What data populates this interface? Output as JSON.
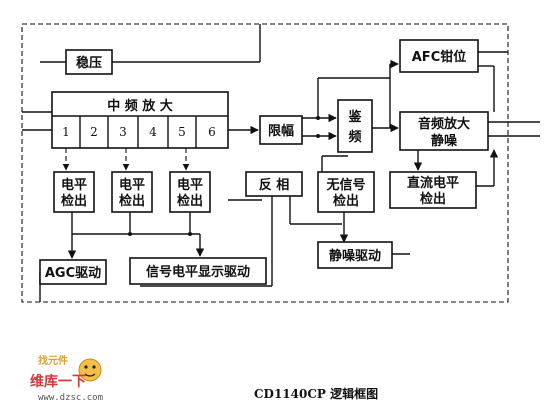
{
  "blocks": {
    "regulator": "稳压",
    "if_amp": "中 频 放 大",
    "if_stages": [
      "1",
      "2",
      "3",
      "4",
      "5",
      "6"
    ],
    "limiter": "限幅",
    "discriminator": [
      "鉴",
      "频"
    ],
    "afc_clamp": "AFC钳位",
    "audio_amp": [
      "音频放大",
      "静噪"
    ],
    "level_detect_1": [
      "电平",
      "检出"
    ],
    "level_detect_2": [
      "电平",
      "检出"
    ],
    "level_detect_3": [
      "电平",
      "检出"
    ],
    "inverter": "反 相",
    "no_signal_detect": [
      "无信号",
      "检出"
    ],
    "dc_level_detect": [
      "直流电平",
      "检出"
    ],
    "agc_driver": "AGC驱动",
    "level_display_driver": "信号电平显示驱动",
    "mute_driver": "静噪驱动"
  },
  "caption": "CD1140CP 逻辑框图",
  "watermark": {
    "top": "找元件",
    "brand": "维库一下",
    "url": "www.dzsc.com"
  },
  "colors": {
    "line": "#111111",
    "watermark_orange": "#e0a030",
    "watermark_red": "#d03a3a"
  }
}
